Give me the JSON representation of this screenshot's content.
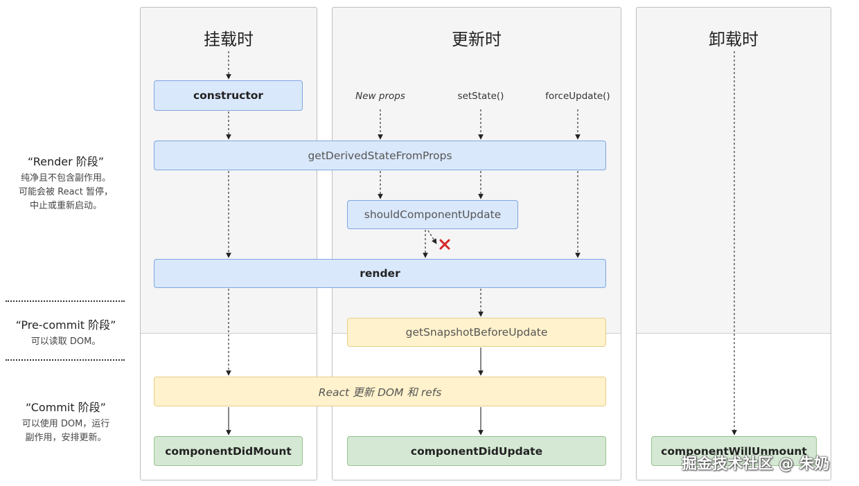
{
  "columns": {
    "mount": {
      "title": "挂载时"
    },
    "update": {
      "title": "更新时"
    },
    "unmount": {
      "title": "卸载时"
    }
  },
  "triggers": {
    "new_props": "New props",
    "set_state": "setState()",
    "force_update": "forceUpdate()"
  },
  "nodes": {
    "constructor": "constructor",
    "get_derived_state": "getDerivedStateFromProps",
    "should_update": "shouldComponentUpdate",
    "render": "render",
    "get_snapshot": "getSnapshotBeforeUpdate",
    "react_update_dom": "React 更新 DOM 和 refs",
    "did_mount": "componentDidMount",
    "did_update": "componentDidUpdate",
    "will_unmount": "componentWillUnmount"
  },
  "phases": {
    "render": {
      "title": "“Render 阶段”",
      "desc1": "纯净且不包含副作用。",
      "desc2": "可能会被 React 暂停，",
      "desc3": "中止或重新启动。"
    },
    "precommit": {
      "title": "“Pre-commit 阶段”",
      "desc1": "可以读取 DOM。"
    },
    "commit": {
      "title": "“Commit 阶段”",
      "desc1": "可以使用 DOM，运行",
      "desc2": "副作用，安排更新。"
    }
  },
  "watermark": "掘金技术社区 @ 朱奶",
  "colors": {
    "blue_fill": "#dae8fc",
    "yellow_fill": "#fff2cc",
    "green_fill": "#d5e8d4",
    "cancel_mark": "#d62728"
  }
}
